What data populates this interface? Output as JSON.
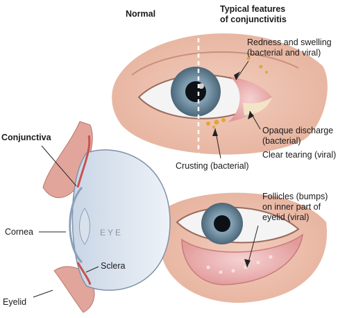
{
  "headings": {
    "normal": "Normal",
    "typical_line1": "Typical features",
    "typical_line2": "of conjunctivitis"
  },
  "callouts": {
    "redness_line1": "Redness and swelling",
    "redness_line2": "(bacterial and viral)",
    "discharge_line1": "Opaque discharge",
    "discharge_line2": "(bacterial)",
    "tearing": "Clear tearing (viral)",
    "crusting": "Crusting (bacterial)",
    "follicles_line1": "Follicles (bumps)",
    "follicles_line2": "on inner part of",
    "follicles_line3": "eyelid (viral)"
  },
  "anatomy": {
    "conjunctiva": "Conjunctiva",
    "cornea": "Cornea",
    "sclera": "Sclera",
    "eyelid": "Eyelid",
    "eye_word": "EYE"
  },
  "colors": {
    "skin": "#eec3b1",
    "iris": "#6f8fa3",
    "pupil": "#0d1115",
    "inflamed": "#e8a3a3",
    "crust": "#e0a63a",
    "sclera_white": "#f4f4f4"
  }
}
